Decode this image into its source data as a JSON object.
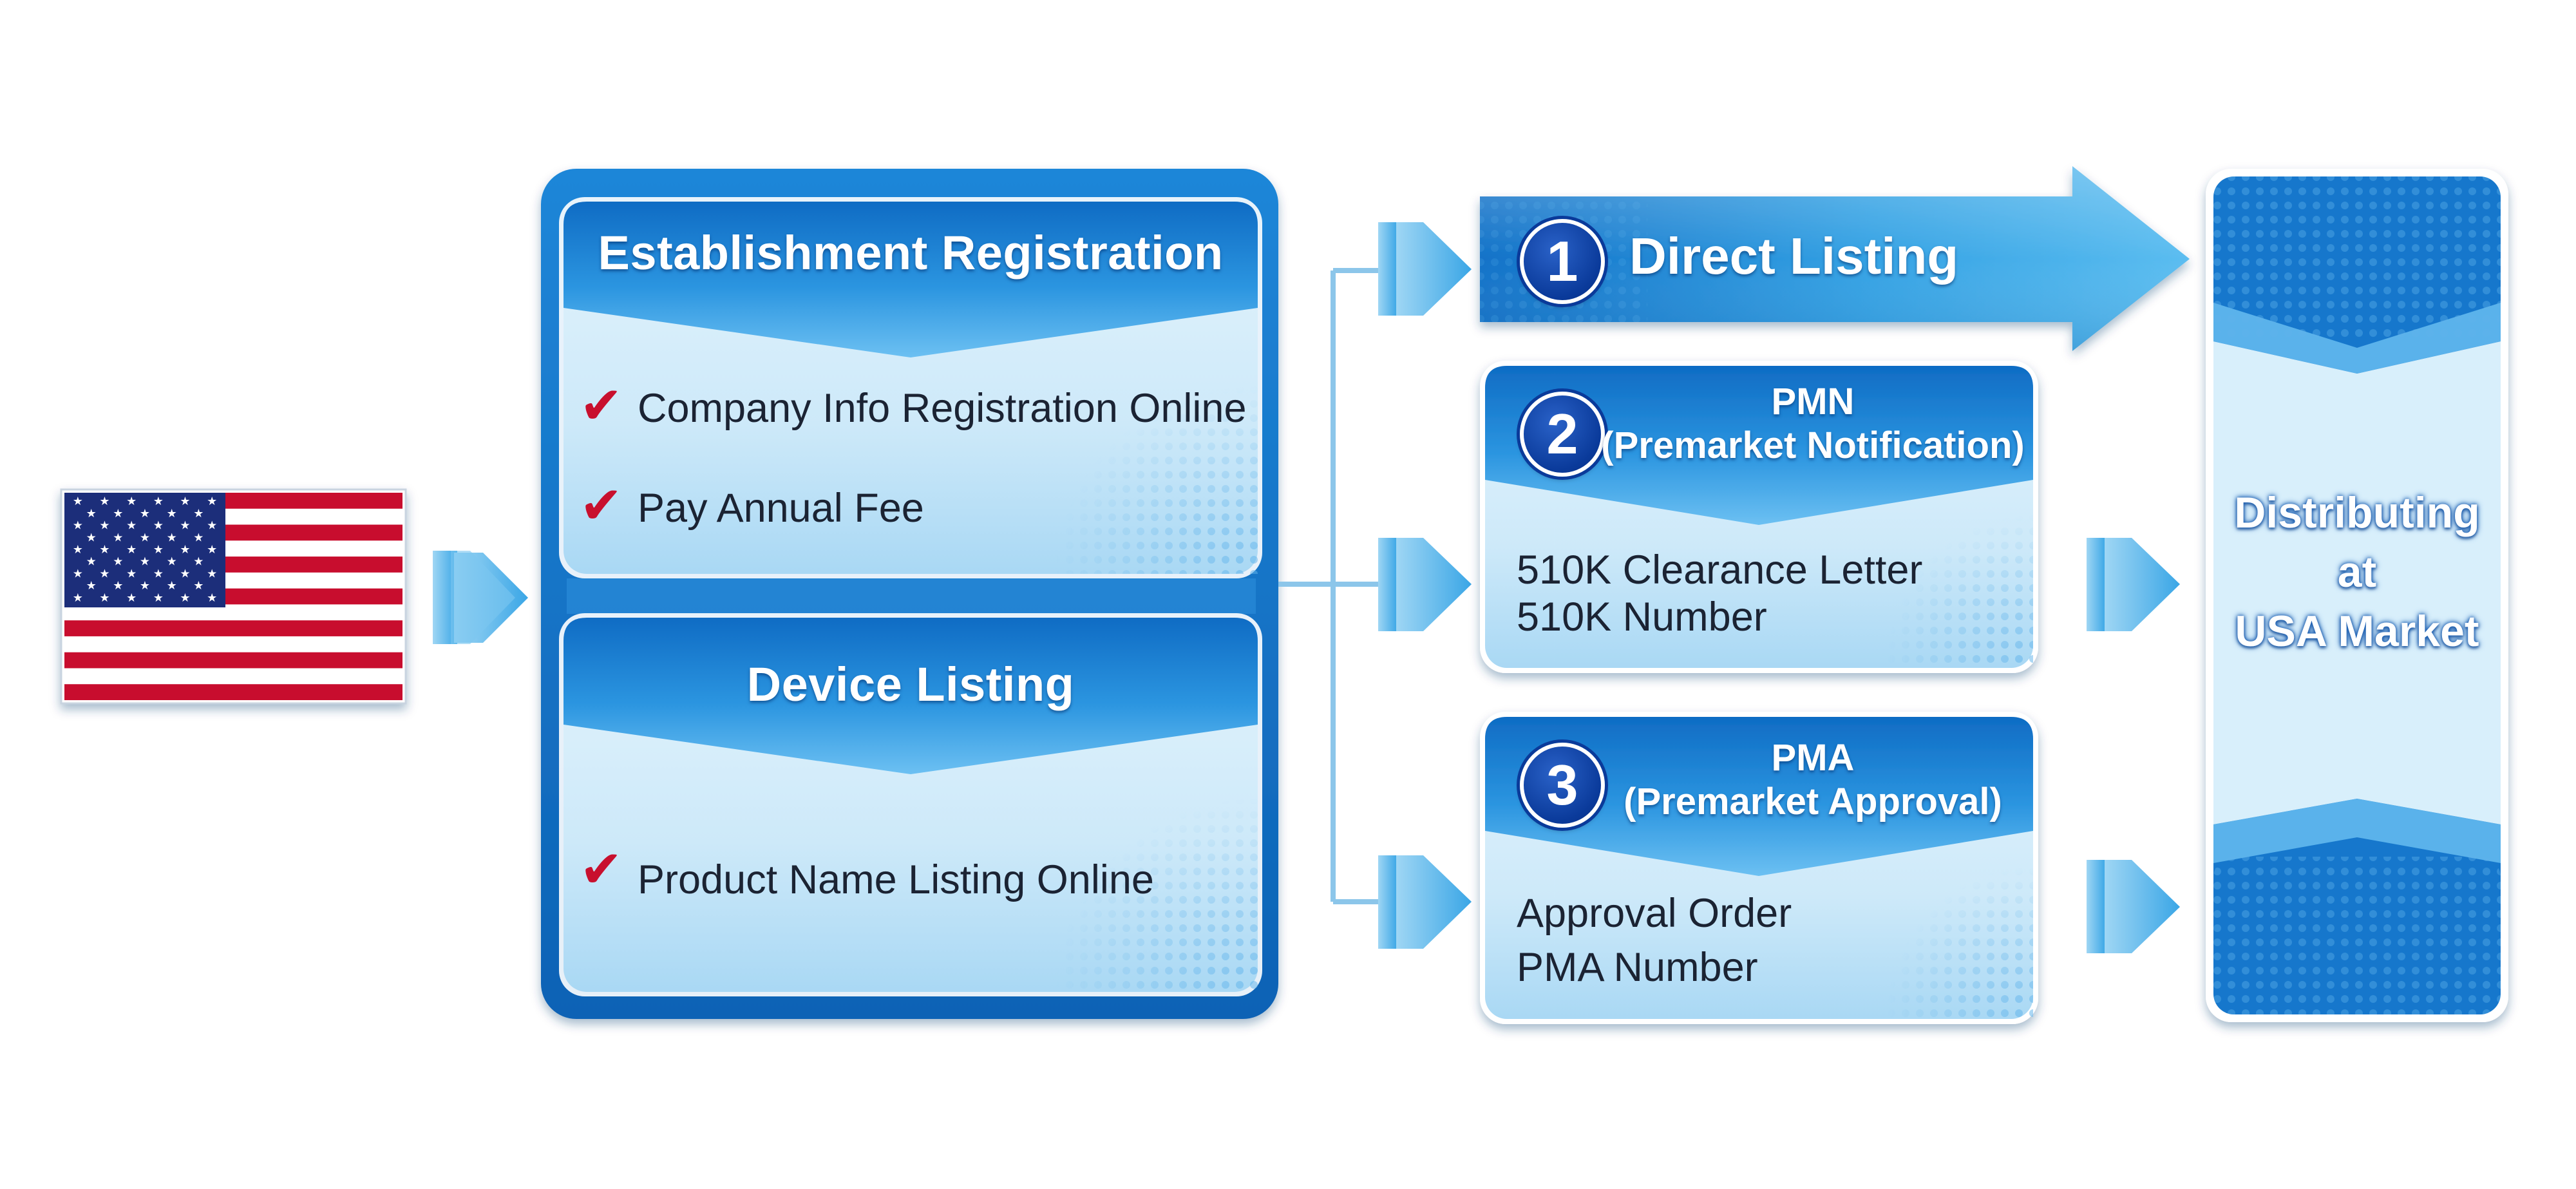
{
  "flag": {
    "icon": "us-flag-icon"
  },
  "registration_group": {
    "establishment": {
      "title": "Establishment Registration",
      "items": [
        "Company Info Registration Online",
        "Pay Annual Fee"
      ]
    },
    "device": {
      "title": "Device Listing",
      "items": [
        "Product Name Listing Online"
      ]
    }
  },
  "pathways": [
    {
      "number": "1",
      "title": "Direct Listing"
    },
    {
      "number": "2",
      "title_line1": "PMN",
      "title_line2": "(Premarket Notification)",
      "lines": [
        "510K Clearance Letter",
        "510K Number"
      ]
    },
    {
      "number": "3",
      "title_line1": "PMA",
      "title_line2": "(Premarket Approval)",
      "lines": [
        "Approval Order",
        "PMA Number"
      ]
    }
  ],
  "market": {
    "line1": "Distributing",
    "line2": "at",
    "line3": "USA Market"
  },
  "colors": {
    "primary_blue": "#1577cc",
    "deep_blue": "#0a3a9a",
    "light_panel": "#d6eefb",
    "check_red": "#c8102e",
    "connector": "#8cc6ea"
  }
}
